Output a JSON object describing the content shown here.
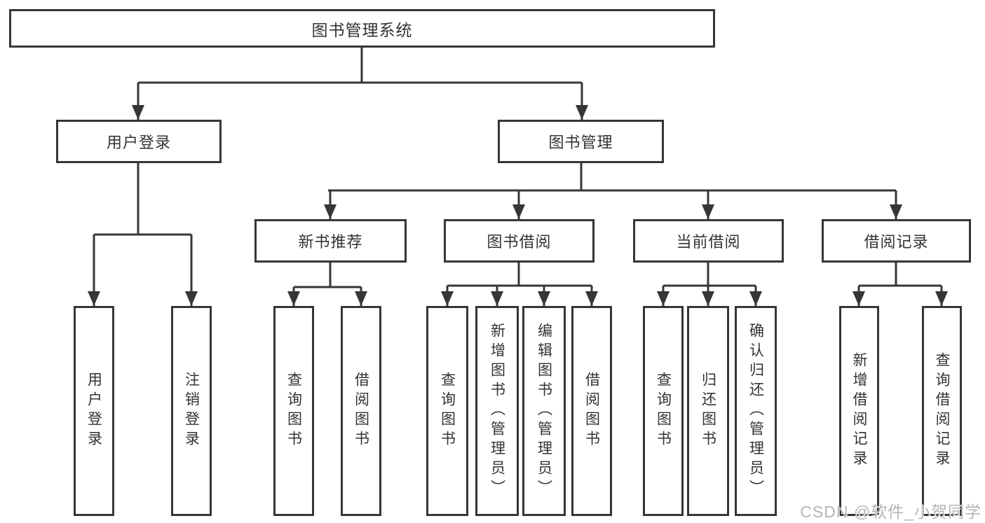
{
  "tree": {
    "label": "图书管理系统",
    "children": [
      {
        "label": "用户登录",
        "children": [
          {
            "label": "用户登录"
          },
          {
            "label": "注销登录"
          }
        ]
      },
      {
        "label": "图书管理",
        "children": [
          {
            "label": "新书推荐",
            "children": [
              {
                "label": "查询图书"
              },
              {
                "label": "借阅图书"
              }
            ]
          },
          {
            "label": "图书借阅",
            "children": [
              {
                "label": "查询图书"
              },
              {
                "label": "新增图书（管理员）"
              },
              {
                "label": "编辑图书（管理员）"
              },
              {
                "label": "借阅图书"
              }
            ]
          },
          {
            "label": "当前借阅",
            "children": [
              {
                "label": "查询图书"
              },
              {
                "label": "归还图书"
              },
              {
                "label": "确认归还（管理员）"
              }
            ]
          },
          {
            "label": "借阅记录",
            "children": [
              {
                "label": "新增借阅记录"
              },
              {
                "label": "查询借阅记录"
              }
            ]
          }
        ]
      }
    ]
  },
  "watermark": "CSDN @软件_小贺同学",
  "colors": {
    "line": "#363636",
    "text": "#333333",
    "watermark": "#b5b5b5",
    "background": "#ffffff"
  }
}
